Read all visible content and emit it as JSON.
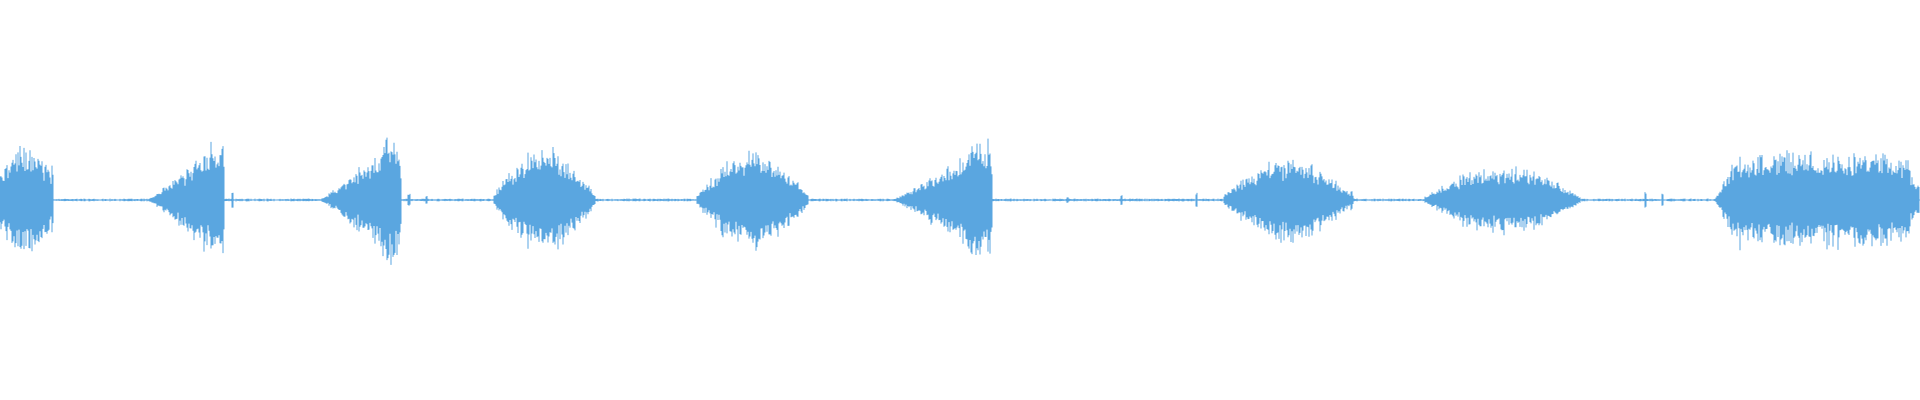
{
  "waveform": {
    "color": "#5aa6e0",
    "background": "#ffffff",
    "baseline_level": 0.01,
    "bursts": [
      {
        "start": 0.0,
        "end": 0.028,
        "amplitude": 0.55,
        "shape": "cut-start"
      },
      {
        "start": 0.076,
        "end": 0.117,
        "amplitude": 0.62,
        "shape": "rise"
      },
      {
        "start": 0.166,
        "end": 0.209,
        "amplitude": 0.66,
        "shape": "rise"
      },
      {
        "start": 0.257,
        "end": 0.31,
        "amplitude": 0.55,
        "shape": "rise-fall"
      },
      {
        "start": 0.363,
        "end": 0.421,
        "amplitude": 0.52,
        "shape": "rise-fall"
      },
      {
        "start": 0.464,
        "end": 0.517,
        "amplitude": 0.62,
        "shape": "rise"
      },
      {
        "start": 0.637,
        "end": 0.705,
        "amplitude": 0.43,
        "shape": "rise-fall"
      },
      {
        "start": 0.742,
        "end": 0.823,
        "amplitude": 0.36,
        "shape": "rise-fall"
      },
      {
        "start": 0.893,
        "end": 1.0,
        "amplitude": 0.5,
        "shape": "plateau"
      }
    ],
    "spikes": [
      {
        "at": 0.121,
        "amplitude": 0.08
      },
      {
        "at": 0.213,
        "amplitude": 0.06
      },
      {
        "at": 0.222,
        "amplitude": 0.04
      },
      {
        "at": 0.556,
        "amplitude": 0.03
      },
      {
        "at": 0.584,
        "amplitude": 0.05
      },
      {
        "at": 0.623,
        "amplitude": 0.07
      },
      {
        "at": 0.704,
        "amplitude": 0.1
      },
      {
        "at": 0.857,
        "amplitude": 0.08
      },
      {
        "at": 0.866,
        "amplitude": 0.06
      }
    ]
  }
}
